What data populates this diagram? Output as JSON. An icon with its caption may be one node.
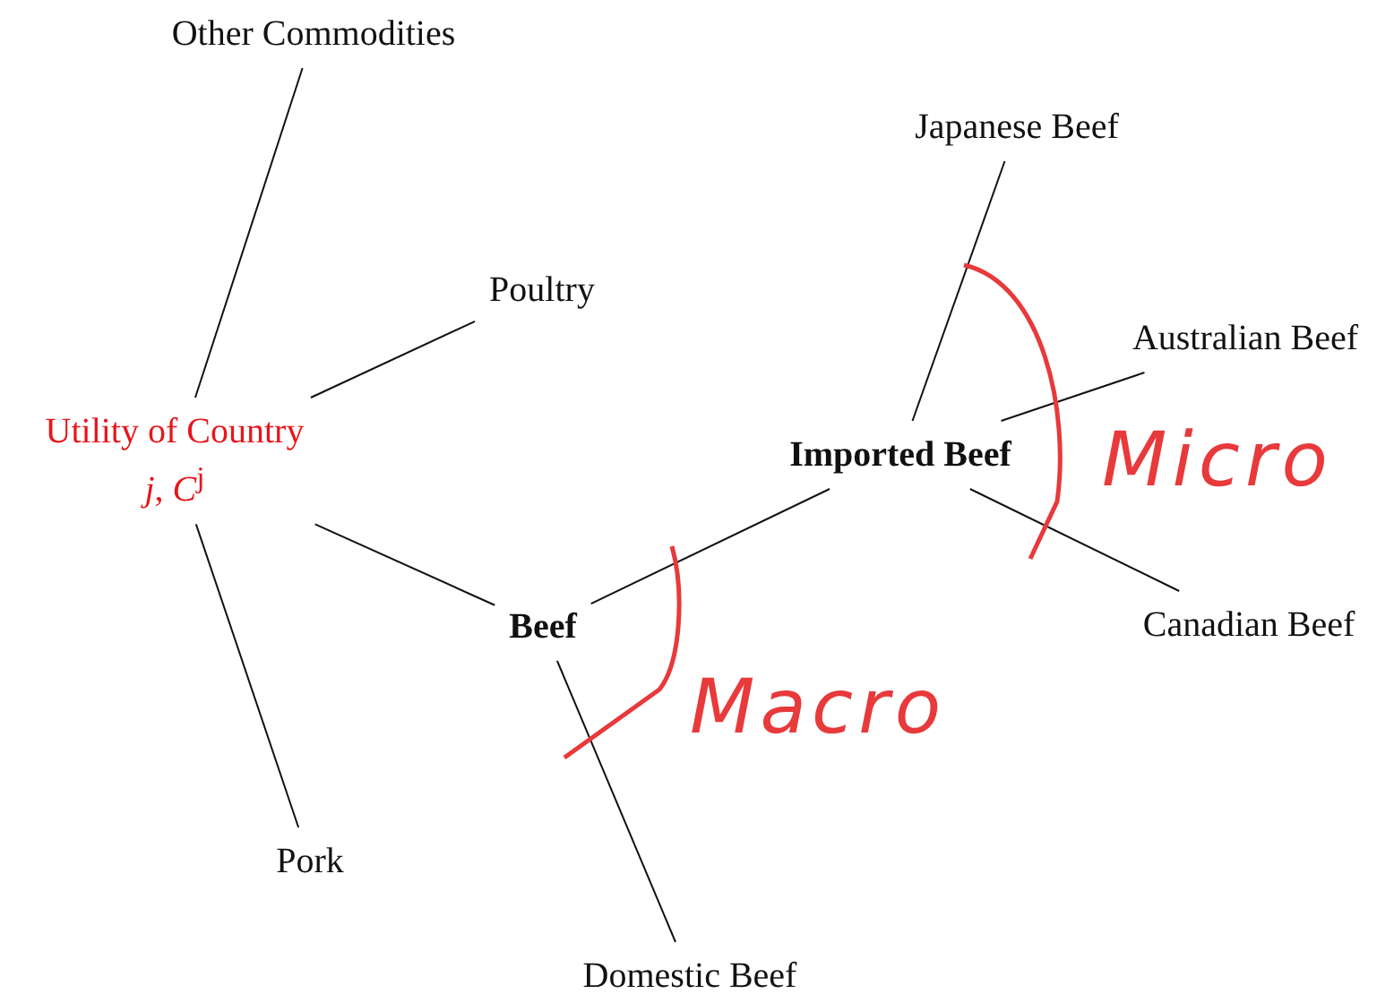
{
  "diagram": {
    "nodes": [
      {
        "text": [
          "Utility of Country *j*, *C*$^{j}$"
        ]
      },
      {
        "text": [
          "Other Commodities"
        ]
      },
      {
        "text": [
          "Poultry"
        ]
      },
      {
        "text": [
          "Beef"
        ]
      },
      {
        "text": [
          "Pork"
        ]
      },
      {
        "text": [
          "Imported Beef"
        ]
      },
      {
        "text": [
          "Domestic Beef"
        ]
      },
      {
        "text": [
          "Japanese Beef"
        ]
      },
      {
        "text": [
          "Australian Beef"
        ]
      },
      {
        "text": [
          "Canadian Beef"
        ]
      }
    ],
    "edges": [
      {
        "from": 0,
        "to": 1,
        "arrow": "none"
      },
      {
        "from": 0,
        "to": 2,
        "arrow": "none"
      },
      {
        "from": 0,
        "to": 3,
        "arrow": "none"
      },
      {
        "from": 0,
        "to": 4,
        "arrow": "none"
      },
      {
        "from": 3,
        "to": 5,
        "arrow": "none"
      },
      {
        "from": 3,
        "to": 6,
        "arrow": "none"
      },
      {
        "from": 5,
        "to": 7,
        "arrow": "none"
      },
      {
        "from": 5,
        "to": 8,
        "arrow": "none"
      },
      {
        "from": 5,
        "to": 9,
        "arrow": "none"
      }
    ],
    "labels": [
      "Micro",
      "Macro"
    ]
  }
}
